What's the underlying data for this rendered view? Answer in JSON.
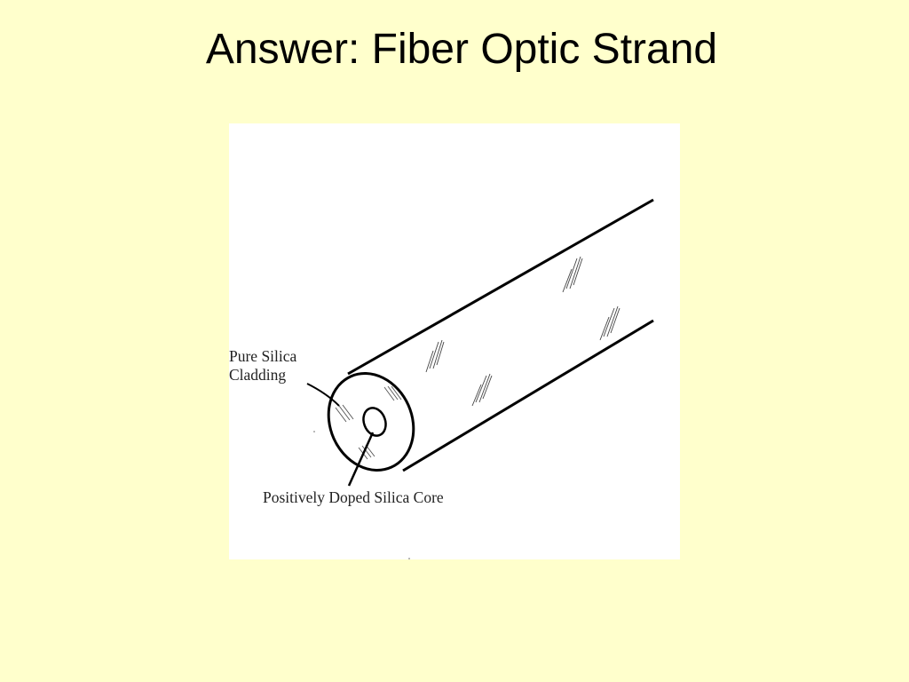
{
  "slide": {
    "title": "Answer: Fiber Optic Strand",
    "background_color": "#ffffcc"
  },
  "figure": {
    "background_color": "#ffffff",
    "stroke_color": "#000000",
    "labels": {
      "cladding_line1": "Pure Silica",
      "cladding_line2": "Cladding",
      "core": "Positively Doped Silica Core"
    }
  }
}
